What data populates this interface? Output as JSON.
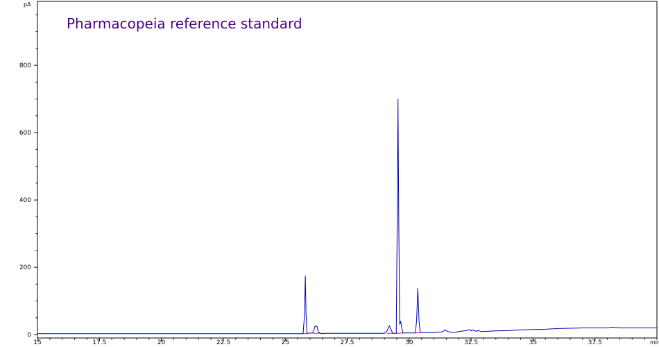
{
  "chart_data": {
    "type": "line",
    "title": "Pharmacopeia reference standard",
    "xlabel": "",
    "ylabel": "",
    "y_unit": "pA",
    "x_unit": "min",
    "xlim": [
      15,
      40
    ],
    "ylim": [
      -10,
      990
    ],
    "x_ticks": [
      15,
      17.5,
      20,
      22.5,
      25,
      27.5,
      30,
      32.5,
      35,
      37.5
    ],
    "x_tick_labels": [
      "15",
      "17.5",
      "20",
      "22.5",
      "25",
      "27.5",
      "30",
      "32.5",
      "35",
      "37.5"
    ],
    "y_ticks": [
      0,
      200,
      400,
      600,
      800
    ],
    "y_tick_labels": [
      "0",
      "200",
      "400",
      "600",
      "800"
    ],
    "grid": false,
    "colors": {
      "title": "#4b0082",
      "trace": "#0000aa",
      "integration_baseline": "#e0007f",
      "axes": "#000000"
    },
    "series": [
      {
        "values": [
          [
            15,
            3
          ],
          [
            25.6,
            3
          ],
          [
            25.72,
            3
          ],
          [
            25.78,
            60
          ],
          [
            25.81,
            175
          ],
          [
            25.84,
            60
          ],
          [
            25.88,
            4
          ],
          [
            26.1,
            5
          ],
          [
            26.15,
            12
          ],
          [
            26.2,
            25
          ],
          [
            26.28,
            25
          ],
          [
            26.33,
            8
          ],
          [
            26.45,
            3
          ],
          [
            26.6,
            4
          ],
          [
            27.0,
            4
          ],
          [
            27.5,
            4
          ],
          [
            28.0,
            4
          ],
          [
            28.5,
            4
          ],
          [
            29.0,
            4
          ],
          [
            29.1,
            10
          ],
          [
            29.2,
            26
          ],
          [
            29.28,
            14
          ],
          [
            29.33,
            4
          ],
          [
            29.4,
            4
          ],
          [
            29.48,
            4
          ],
          [
            29.52,
            350
          ],
          [
            29.55,
            700
          ],
          [
            29.58,
            350
          ],
          [
            29.62,
            30
          ],
          [
            29.66,
            40
          ],
          [
            29.7,
            20
          ],
          [
            29.75,
            5
          ],
          [
            30.0,
            5
          ],
          [
            30.25,
            5
          ],
          [
            30.3,
            40
          ],
          [
            30.35,
            138
          ],
          [
            30.4,
            40
          ],
          [
            30.45,
            6
          ],
          [
            31.0,
            6
          ],
          [
            31.35,
            8
          ],
          [
            31.45,
            14
          ],
          [
            31.55,
            9
          ],
          [
            31.8,
            6
          ],
          [
            32.0,
            9
          ],
          [
            32.3,
            12
          ],
          [
            32.45,
            15
          ],
          [
            32.5,
            11
          ],
          [
            32.55,
            14
          ],
          [
            32.7,
            10
          ],
          [
            32.8,
            12
          ],
          [
            32.9,
            9
          ],
          [
            33.5,
            11
          ],
          [
            34.0,
            12
          ],
          [
            34.5,
            14
          ],
          [
            35.0,
            15
          ],
          [
            35.5,
            16
          ],
          [
            36.0,
            18
          ],
          [
            36.5,
            19
          ],
          [
            37.0,
            20
          ],
          [
            37.5,
            20
          ],
          [
            38.0,
            20
          ],
          [
            38.2,
            22
          ],
          [
            38.5,
            20
          ],
          [
            39.0,
            20
          ],
          [
            39.5,
            20
          ],
          [
            40.0,
            20
          ]
        ]
      }
    ],
    "integration_segments": [
      [
        [
          25.72,
          3
        ],
        [
          25.9,
          3
        ]
      ],
      [
        [
          26.12,
          4
        ],
        [
          26.42,
          4
        ]
      ],
      [
        [
          29.1,
          4
        ],
        [
          29.32,
          4
        ]
      ],
      [
        [
          29.48,
          4
        ],
        [
          29.78,
          5
        ]
      ],
      [
        [
          30.26,
          5
        ],
        [
          30.46,
          6
        ]
      ]
    ]
  }
}
